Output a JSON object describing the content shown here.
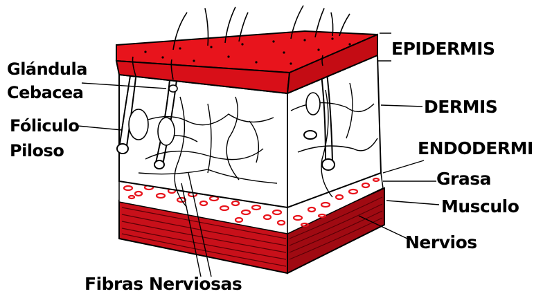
{
  "labels": {
    "glandula_line1": "Glándula",
    "glandula_line2": "Cebacea",
    "foliculo_line1": "Fóliculo",
    "foliculo_line2": "Piloso",
    "epidermis": "EPIDERMIS",
    "dermis": "DERMIS",
    "endodermis": "ENDODERMIS",
    "grasa": "Grasa",
    "musculo": "Musculo",
    "nervios": "Nervios",
    "fibras": "Fibras Nerviosas"
  },
  "colors": {
    "epidermis": "#e8141c",
    "muscle": "#c8101a",
    "muscle_dark": "#8a0008",
    "fat_dots": "#e8141c",
    "ink": "#000000"
  }
}
